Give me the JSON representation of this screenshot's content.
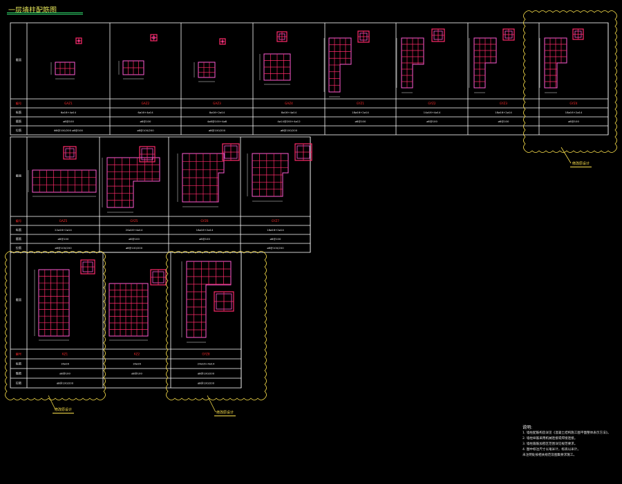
{
  "header": {
    "title": "一层墙柱配筋图"
  },
  "colors": {
    "frame": "#ffffff",
    "rebar": "#ff2a6a",
    "stirrup": "#ff5bd5",
    "dims": "#e8e8e8",
    "cloud": "#ffe44d",
    "title": "#e8e85a",
    "accent_red": "#ff2a2a"
  },
  "row_labels": [
    "截面",
    "编号",
    "纵筋",
    "箍筋",
    "拉筋"
  ],
  "panels": {
    "row1": [
      {
        "id": "GAZ1",
        "rebar": "6⌀16+4⌀14",
        "stirrup": "⌀8@100",
        "tie": "Φ8@100/200  ⌀8@100"
      },
      {
        "id": "GAZ2",
        "rebar": "6⌀16+4⌀14",
        "stirrup": "⌀8@100",
        "tie": "⌀8@100/200"
      },
      {
        "id": "GAZ3",
        "rebar": "8⌀16+2⌀14",
        "stirrup": "4⌀8@100+4⌀8",
        "tie": "⌀8@100/200"
      },
      {
        "id": "GAZ4",
        "rebar": "8⌀16+4⌀14",
        "stirrup": "4⌀14@200+4⌀12",
        "tie": "⌀8@100/200"
      },
      {
        "id": "GYZ1",
        "rebar": "18⌀16+2⌀14",
        "stirrup": "⌀8@100",
        "tie": ""
      },
      {
        "id": "GYZ2",
        "rebar": "14⌀16+4⌀14",
        "stirrup": "⌀8@100",
        "tie": ""
      },
      {
        "id": "GYZ3",
        "rebar": "18⌀16+2⌀14",
        "stirrup": "⌀8@100",
        "tie": ""
      },
      {
        "id": "GYZ4",
        "rebar": "18⌀16+2⌀14",
        "stirrup": "⌀8@100",
        "tie": ""
      }
    ],
    "row2": [
      {
        "id": "GAZ5",
        "rebar": "22⌀16+2⌀14",
        "stirrup": "⌀8@100",
        "tie": "⌀8@100/200"
      },
      {
        "id": "GYZ5",
        "rebar": "20⌀16+4⌀14",
        "stirrup": "⌀8@100",
        "tie": "⌀8@100/200"
      },
      {
        "id": "GYZ6",
        "rebar": "18⌀16+2⌀14",
        "stirrup": "⌀8@100",
        "tie": ""
      },
      {
        "id": "GYZ7",
        "rebar": "18⌀16+2⌀14",
        "stirrup": "⌀8@100",
        "tie": "⌀8@100/200"
      }
    ],
    "row3": [
      {
        "id": "KZ1",
        "rebar": "16⌀16",
        "stirrup": "⌀8@100",
        "tie": "⌀8@100/200"
      },
      {
        "id": "KZ2",
        "rebar": "16⌀16",
        "stirrup": "⌀8@100",
        "tie": ""
      },
      {
        "id": "GYZ8",
        "rebar": "24⌀16+4⌀14",
        "stirrup": "⌀8@100/200",
        "tie": "⌀8@100/200"
      }
    ]
  },
  "cloud_labels": [
    "修改原设计",
    "修改原设计",
    "修改原设计"
  ],
  "notes": {
    "title": "说明:",
    "items": [
      "1. 墙柱配筋构造详见《混凝土结构施工图平面整体表示方法》。",
      "2. 墙柱纵筋采用机械连接或焊接连接。",
      "3. 墙柱箍筋加密区范围详见规范要求。",
      "4. 图中标注尺寸以毫米计，标高以米计。",
      "   未注明处按相关规范及图集要求施工。"
    ]
  }
}
